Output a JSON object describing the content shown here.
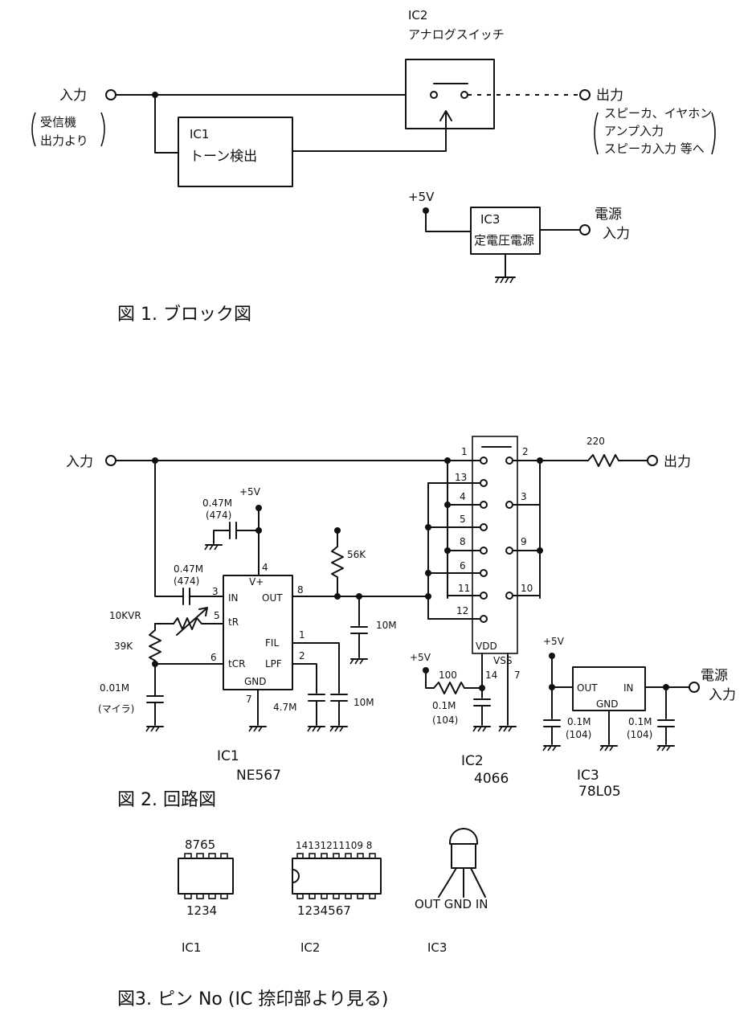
{
  "fig1": {
    "caption": "図 1. ブロック図",
    "input_label": "入力",
    "input_note_1": "受信機",
    "input_note_2": "出力より",
    "ic1_name": "IC1",
    "ic1_function": "トーン検出",
    "ic2_name": "IC2",
    "ic2_function": "アナログスイッチ",
    "output_label": "出力",
    "output_note_1": "スピーカ、イヤホン",
    "output_note_2": "アンプ入力",
    "output_note_3": "スピーカ入力 等へ",
    "vcc_label": "+5V",
    "ic3_name": "IC3",
    "ic3_function": "定電圧電源",
    "power_label_1": "電源",
    "power_label_2": "入力"
  },
  "fig2": {
    "caption": "図 2. 回路図",
    "input_label": "入力",
    "output_label": "出力",
    "power_label_1": "電源",
    "power_label_2": "入力",
    "vcc_label_1": "+5V",
    "vcc_label_2": "+5V",
    "vcc_label_3": "+5V",
    "c1_value": "0.47M",
    "c1_code": "(474)",
    "c2_value": "0.47M",
    "c2_code": "(474)",
    "vr_label": "10KVR",
    "r1_label": "39K",
    "c3_value": "0.01M",
    "c3_type": "(マイラ)",
    "c4_value": "4.7M",
    "c5_value": "10M",
    "r2_label": "56K",
    "c6_value": "10M",
    "r3_label": "220",
    "r4_label": "100",
    "c7_value": "0.1M",
    "c7_code": "(104)",
    "c8_value": "0.1M",
    "c8_code": "(104)",
    "c9_value": "0.1M",
    "c9_code": "(104)",
    "ic1_pins": {
      "in": "IN",
      "out": "OUT",
      "vplus": "V+",
      "tr": "tR",
      "cr": "tCR",
      "fil": "FIL",
      "lpf": "LPF",
      "gnd": "GND"
    },
    "ic1_pin_numbers": {
      "in": "3",
      "out": "8",
      "vplus": "4",
      "tr": "5",
      "cr": "6",
      "fil": "1",
      "lpf": "2",
      "gnd": "7"
    },
    "ic1_name": "IC1",
    "ic1_part": "NE567",
    "ic2_switch_pins": [
      "1",
      "2",
      "13",
      "4",
      "3",
      "5",
      "8",
      "9",
      "6",
      "11",
      "10",
      "12"
    ],
    "ic2_supply": {
      "vdd": "VDD",
      "vss": "VSS",
      "vdd_pin": "14",
      "vss_pin": "7"
    },
    "ic2_name": "IC2",
    "ic2_part": "4066",
    "ic3_pins": {
      "out": "OUT",
      "in": "IN",
      "gnd": "GND"
    },
    "ic3_name": "IC3",
    "ic3_part": "78L05"
  },
  "fig3": {
    "caption": "図3. ピン No (IC 捺印部より見る)",
    "ic1_top_pins": "8765",
    "ic1_bottom_pins": "1234",
    "ic1_name": "IC1",
    "ic2_top_pins": "14131211109 8",
    "ic2_bottom_pins": "1234567",
    "ic2_name": "IC2",
    "ic3_leads": "OUT GND IN",
    "ic3_name": "IC3"
  }
}
